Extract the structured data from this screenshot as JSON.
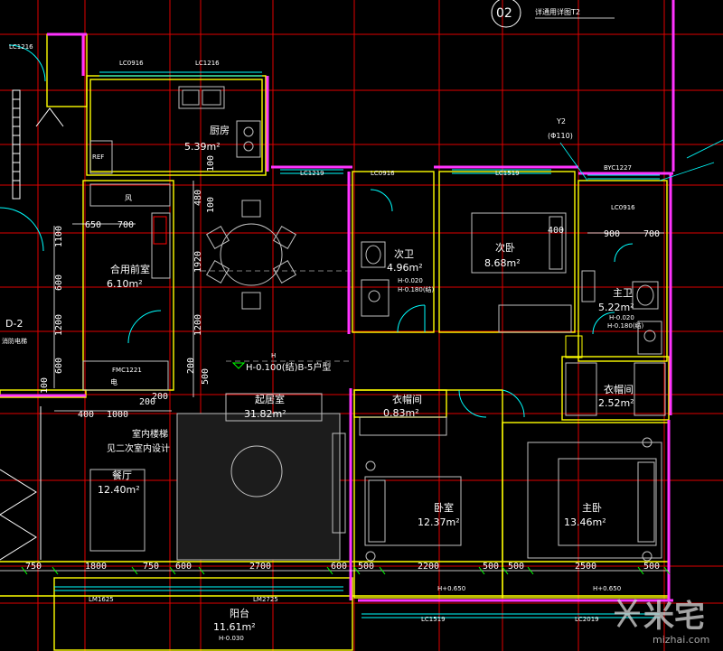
{
  "header": {
    "grid_ref": "02",
    "detail_note": "详通用详图T2"
  },
  "plan_tag": {
    "level": "H",
    "text": "H-0.100(结)B-5户型"
  },
  "rooms": {
    "kitchen": {
      "name": "厨房",
      "area": "5.39m²"
    },
    "multi_room": {
      "name": "合用前室",
      "area": "6.10m²"
    },
    "bath2": {
      "name": "次卫",
      "area": "4.96m²",
      "lvl1": "H-0.020",
      "lvl2": "H-0.180(结)"
    },
    "bedroom2": {
      "name": "次卧",
      "area": "8.68m²"
    },
    "master_bath": {
      "name": "主卫",
      "area": "5.22m²",
      "lvl1": "H-0.020",
      "lvl2": "H-0.180(结)"
    },
    "cloak1": {
      "name": "衣帽间",
      "area": "2.52m²"
    },
    "cloak2": {
      "name": "衣帽间",
      "area": "0.83m²"
    },
    "living": {
      "name": "起居室",
      "area": "31.82m²"
    },
    "dining": {
      "name": "餐厅",
      "area": "12.40m²"
    },
    "bedroom": {
      "name": "卧室",
      "area": "12.37m²"
    },
    "master": {
      "name": "主卧",
      "area": "13.46m²"
    },
    "balcony": {
      "name": "阳台",
      "area": "11.61m²",
      "lvl": "H-0.030"
    },
    "elevator": {
      "name": "D-2"
    }
  },
  "notes": {
    "stair1": "室内楼梯",
    "stair2": "见二次室内设计",
    "column": "Y2",
    "column_sub": "(Φ110)",
    "wind": "风",
    "elec": "电",
    "fridge": "REF",
    "lvl_bal1": "H+0.650",
    "lvl_bal2": "H+0.650",
    "elev_note": "消防电梯"
  },
  "window_tags": {
    "w1": "LC0916",
    "w2": "LC1216",
    "w3": "LC1219",
    "w4": "LC0916",
    "w5": "LC1519",
    "w6": "BYC1227",
    "w7": "LC0916",
    "w8": "LC1519",
    "w9": "LC2019",
    "w10": "LM1625",
    "w11": "LM2725",
    "w12": "FMC1221",
    "w13": "LC1216"
  },
  "dims": {
    "bottom": [
      "750",
      "1800",
      "750",
      "600",
      "2700",
      "600",
      "500",
      "2200",
      "500",
      "500",
      "2500",
      "500"
    ],
    "row2": [
      "400",
      "1000",
      "200",
      "200"
    ],
    "row_kitchen": [
      "650",
      "700"
    ],
    "row_mbath": [
      "900",
      "700"
    ],
    "vert_left": [
      "1100",
      "600",
      "1200",
      "600",
      "100"
    ],
    "vert_mid": [
      "480",
      "100",
      "1920",
      "1200",
      "200",
      "500",
      "100"
    ],
    "misc": [
      "400",
      "100"
    ]
  },
  "colors": {
    "wall": "#ffff00",
    "wall_hatch": "#ff00ff",
    "grid_red": "#ff0000",
    "furniture": "#b0b0b0",
    "door_cyan": "#00ffff",
    "dim_green": "#00ff00",
    "bg": "#000000"
  }
}
